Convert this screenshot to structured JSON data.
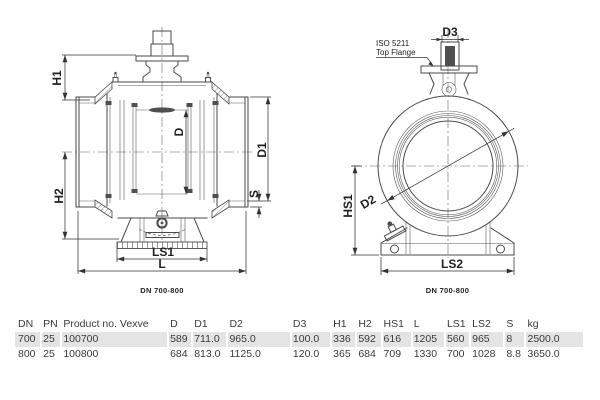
{
  "left_view": {
    "caption": "DN 700-800",
    "dims": {
      "h1": "H1",
      "h2": "H2",
      "d": "D",
      "d1": "D1",
      "s": "S",
      "ls1": "LS1",
      "l": "L"
    }
  },
  "right_view": {
    "caption": "DN 700-800",
    "flange_note": {
      "line1": "ISO 5211",
      "line2": "Top Flange"
    },
    "dims": {
      "d3": "D3",
      "d2": "D2",
      "hs1": "HS1",
      "ls2": "LS2"
    }
  },
  "table": {
    "headers": [
      "DN",
      "PN",
      "Product no. Vexve",
      "D",
      "D1",
      "D2",
      "D3",
      "H1",
      "H2",
      "HS1",
      "L",
      "LS1",
      "LS2",
      "S",
      "kg"
    ],
    "rows": [
      [
        "700",
        "25",
        "100700",
        "589",
        "711.0",
        "965.0",
        "100.0",
        "336",
        "592",
        "616",
        "1205",
        "560",
        "965",
        "8",
        "2500.0"
      ],
      [
        "800",
        "25",
        "100800",
        "684",
        "813.0",
        "1125.0",
        "120.0",
        "365",
        "684",
        "709",
        "1330",
        "700",
        "1028",
        "8.8",
        "3650.0"
      ]
    ],
    "colors": {
      "row_highlight": "#e4e4e4",
      "line": "#4a4a4a",
      "text": "#333333"
    }
  }
}
